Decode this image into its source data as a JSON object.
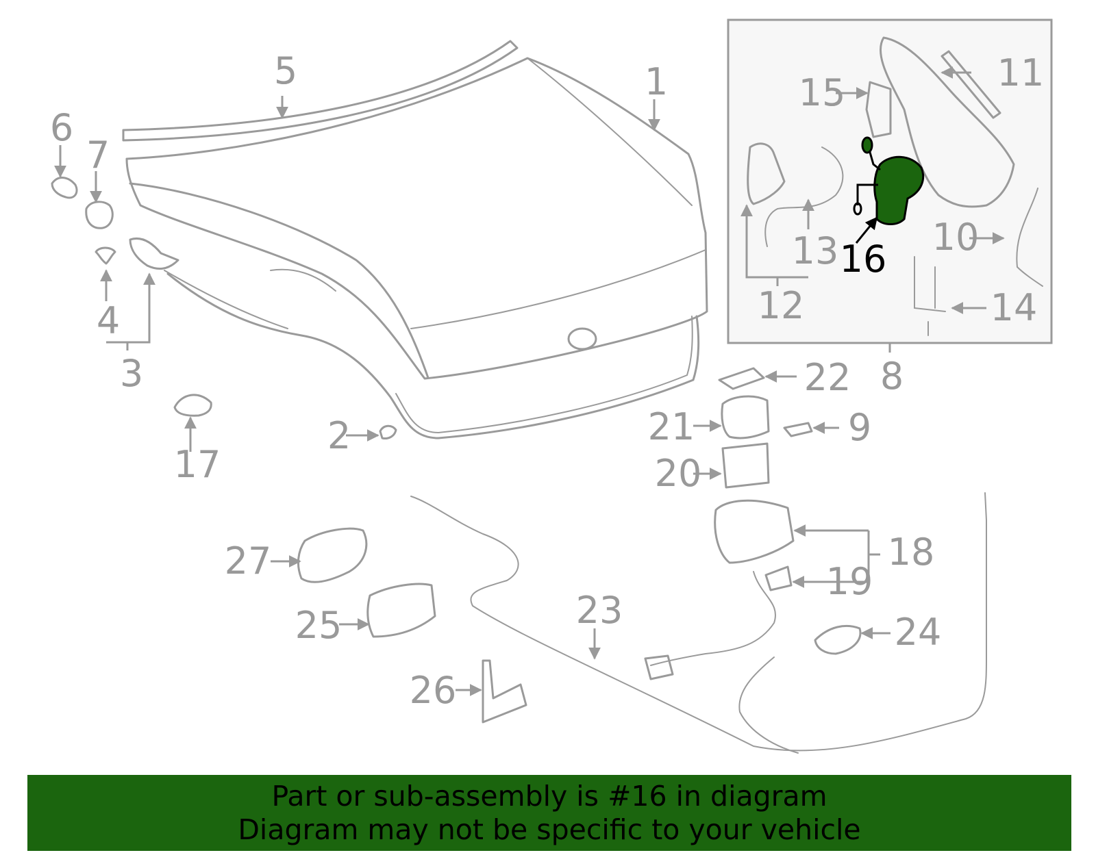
{
  "colors": {
    "part_stroke": "#9a9a9a",
    "label": "#999999",
    "highlight_part": "#1b650e",
    "banner_bg": "#1b650e",
    "banner_text": "#000000",
    "inset_bg": "#f7f7f7"
  },
  "diagram": {
    "callouts": [
      "1",
      "2",
      "3",
      "4",
      "5",
      "6",
      "7",
      "8",
      "9",
      "10",
      "11",
      "12",
      "13",
      "14",
      "15",
      "16",
      "17",
      "18",
      "19",
      "20",
      "21",
      "22",
      "23",
      "24",
      "25",
      "26",
      "27"
    ],
    "highlighted_callout": "16"
  },
  "banner": {
    "line1": "Part or sub-assembly is #16 in diagram",
    "line2": "Diagram may not be specific to your vehicle"
  }
}
